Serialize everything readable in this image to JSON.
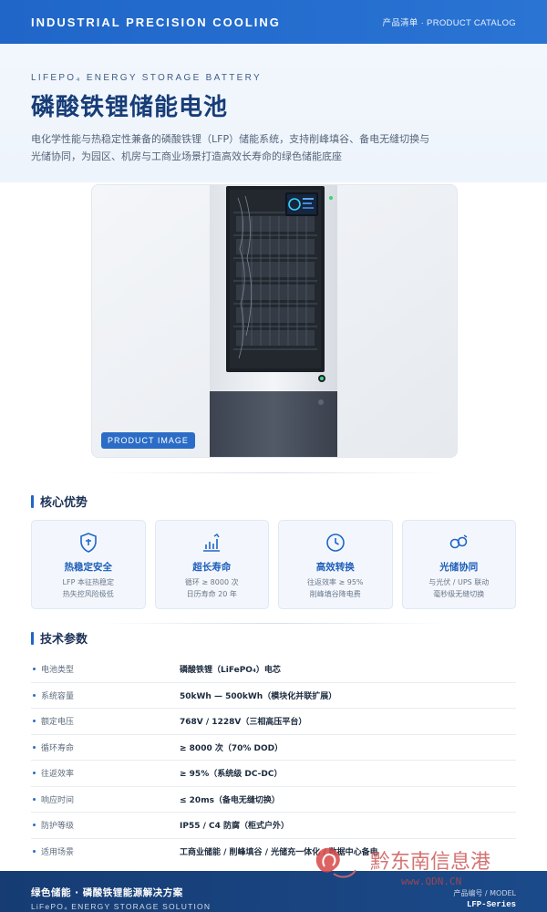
{
  "header": {
    "brand": "INDUSTRIAL PRECISION COOLING",
    "catalog_link": "产品清单 · PRODUCT CATALOG"
  },
  "hero": {
    "eyebrow": "LIFEPO₄ ENERGY STORAGE BATTERY",
    "title": "磷酸铁锂储能电池",
    "description": "电化学性能与热稳定性兼备的磷酸铁锂（LFP）储能系统，支持削峰填谷、备电无缝切换与光储协同，为园区、机房与工商业场景打造高效长寿命的绿色储能底座"
  },
  "product_image": {
    "label": "PRODUCT IMAGE"
  },
  "advantages": {
    "heading": "核心优势",
    "cards": [
      {
        "icon": "shield-icon",
        "title": "热稳定安全",
        "line1": "LFP 本征热稳定",
        "line2": "热失控风险极低"
      },
      {
        "icon": "growth-chart-icon",
        "title": "超长寿命",
        "line1": "循环 ≥ 8000 次",
        "line2": "日历寿命 20 年"
      },
      {
        "icon": "clock-icon",
        "title": "高效转换",
        "line1": "往返效率 ≥ 95%",
        "line2": "削峰填谷降电费"
      },
      {
        "icon": "link-icon",
        "title": "光储协同",
        "line1": "与光伏 / UPS 联动",
        "line2": "毫秒级无缝切换"
      }
    ]
  },
  "specs": {
    "heading": "技术参数",
    "rows": [
      {
        "key": "电池类型",
        "value": "磷酸铁锂（LiFePO₄）电芯"
      },
      {
        "key": "系统容量",
        "value": "50kWh — 500kWh（模块化并联扩展）"
      },
      {
        "key": "额定电压",
        "value": "768V / 1228V（三相高压平台）"
      },
      {
        "key": "循环寿命",
        "value": "≥ 8000 次（70% DOD）"
      },
      {
        "key": "往返效率",
        "value": "≥ 95%（系统级 DC-DC）"
      },
      {
        "key": "响应时间",
        "value": "≤ 20ms（备电无缝切换）"
      },
      {
        "key": "防护等级",
        "value": "IP55 / C4 防腐（柜式户外）"
      },
      {
        "key": "适用场景",
        "value": "工商业储能 / 削峰填谷 / 光储充一体化 / 数据中心备电"
      }
    ]
  },
  "footer": {
    "title": "绿色储能 · 磷酸铁锂能源解决方案",
    "subtitle": "LiFePO₄ ENERGY STORAGE SOLUTION",
    "code_label": "产品编号 / MODEL",
    "code": "LFP-Series"
  },
  "watermark": {
    "text": "黔东南信息港",
    "url": "www.QDN.CN"
  },
  "colors": {
    "primary": "#1f66c8",
    "title": "#173d78",
    "footer": "#163c73",
    "watermark": "#c43a3a"
  }
}
